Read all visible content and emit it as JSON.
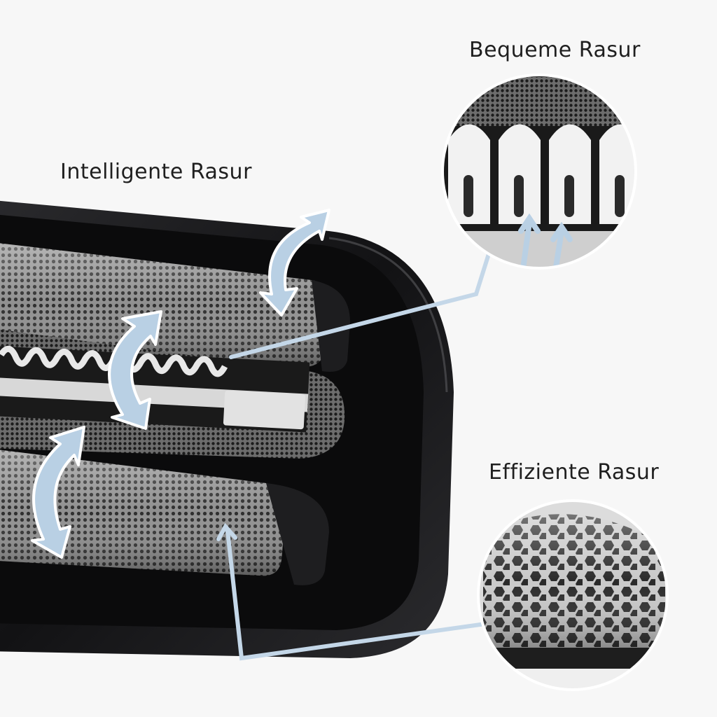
{
  "labels": {
    "intelligent": "Intelligente Rasur",
    "bequeme": "Bequeme Rasur",
    "effizient": "Effiziente Rasur"
  },
  "colors": {
    "background": "#f7f7f7",
    "arrow": "#b9d0e4",
    "callout_line": "#c4d7e8",
    "frame": "#1c1c1e",
    "foil": "#9a9a9a",
    "text": "#1f1f1f"
  },
  "icons": [
    "pivot-arrow-icon",
    "callout-arrow-icon"
  ]
}
